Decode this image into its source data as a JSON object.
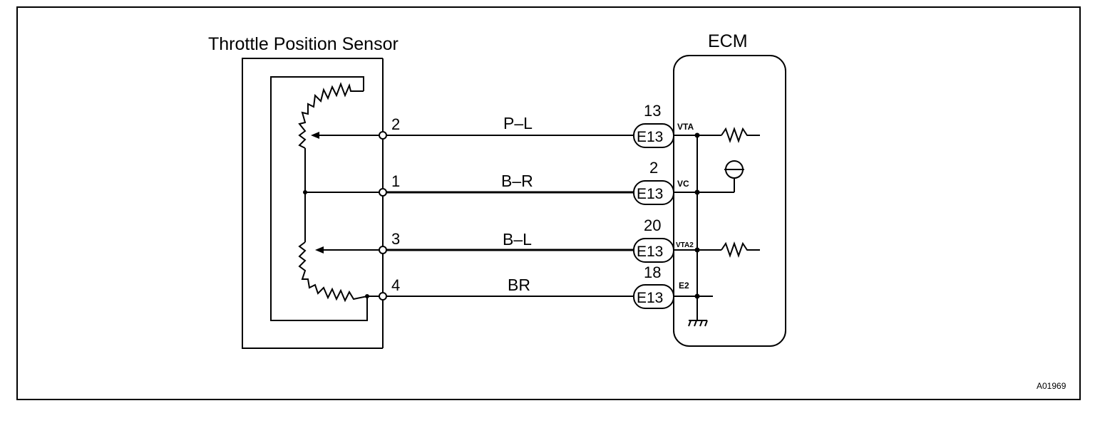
{
  "sensor": {
    "title": "Throttle Position Sensor"
  },
  "ecm": {
    "title": "ECM"
  },
  "circuits": [
    {
      "pin": "2",
      "wire_color": "P–L",
      "connector": "E13",
      "ecm_pin": "13",
      "signal": "VTA"
    },
    {
      "pin": "1",
      "wire_color": "B–R",
      "connector": "E13",
      "ecm_pin": "2",
      "signal": "VC"
    },
    {
      "pin": "3",
      "wire_color": "B–L",
      "connector": "E13",
      "ecm_pin": "20",
      "signal": "VTA2"
    },
    {
      "pin": "4",
      "wire_color": "BR",
      "connector": "E13",
      "ecm_pin": "18",
      "signal": "E2"
    }
  ],
  "figure_id": "A01969"
}
